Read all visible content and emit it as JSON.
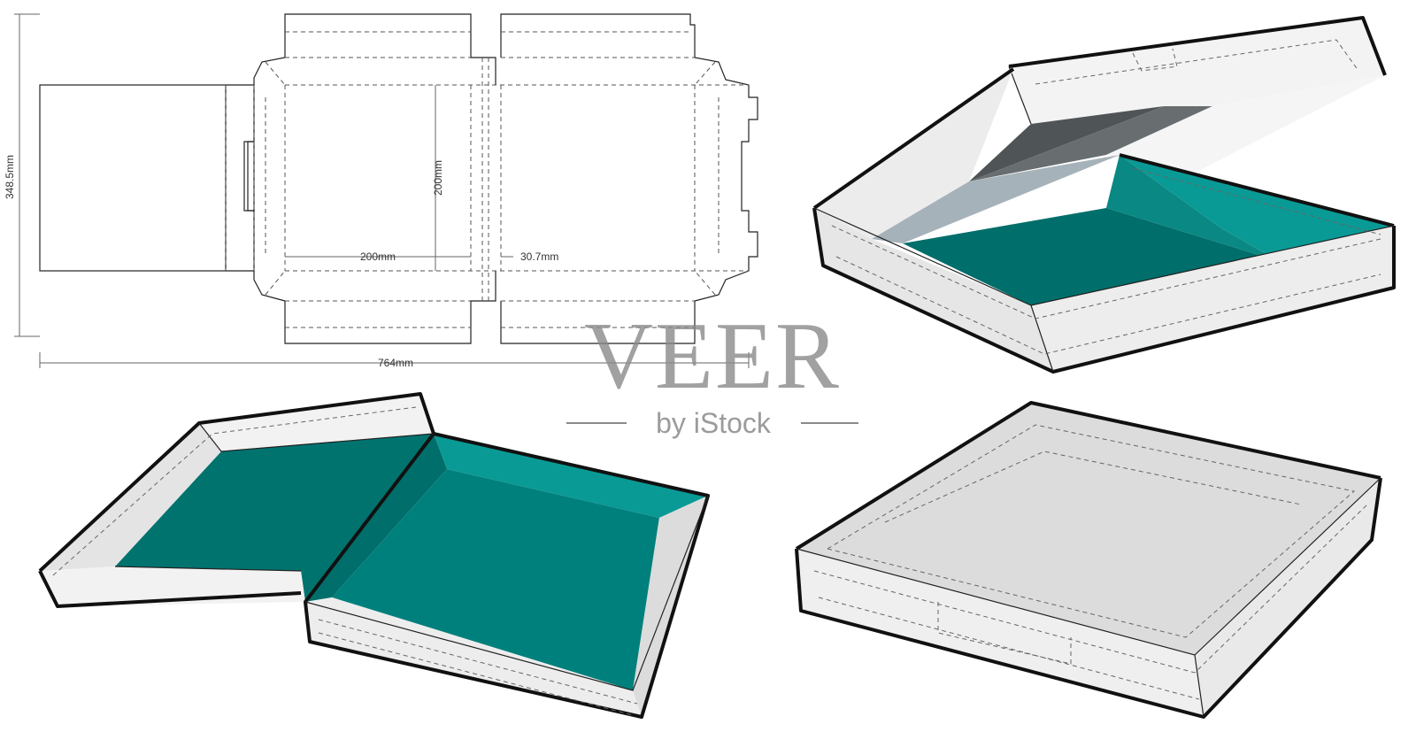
{
  "dieline": {
    "width_label": "764mm",
    "height_label": "348.5mm",
    "panel_width_label": "200mm",
    "panel_height_label": "200mm",
    "side_depth_label": "30.7mm"
  },
  "watermark": {
    "brand": "VEER",
    "subtitle": "by iStock"
  },
  "colors": {
    "teal_interior": "#00807c",
    "teal_dark": "#006e6a",
    "teal_light": "#0a9a96",
    "board_grey": "#dcdcdc",
    "board_light": "#ececec",
    "shadow_dark": "#555a5c",
    "slate": "#a6b2b9",
    "line": "#111111"
  }
}
